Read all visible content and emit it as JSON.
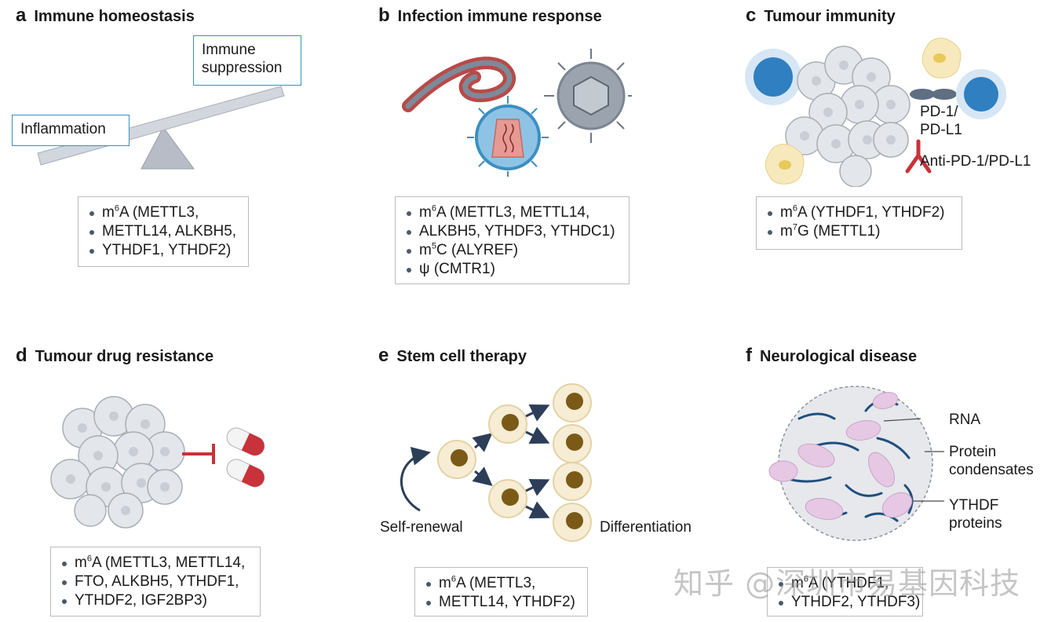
{
  "panels": {
    "a": {
      "letter": "a",
      "title": "Immune homeostasis",
      "label_suppression": "Immune suppression",
      "label_inflammation": "Inflammation",
      "items": [
        [
          "m",
          "6",
          "A (METTL3,"
        ],
        [
          "",
          "",
          "METTL14, ALKBH5,"
        ],
        [
          "",
          "",
          "YTHDF1, YTHDF2)"
        ]
      ]
    },
    "b": {
      "letter": "b",
      "title": "Infection immune response",
      "items": [
        [
          "m",
          "6",
          "A (METTL3, METTL14,"
        ],
        [
          "",
          "",
          "ALKBH5, YTHDF3, YTHDC1)"
        ],
        [
          "m",
          "5",
          "C (ALYREF)"
        ],
        [
          "",
          "",
          "ψ (CMTR1)"
        ]
      ]
    },
    "c": {
      "letter": "c",
      "title": "Tumour immunity",
      "label_pd": "PD-1/\nPD-L1",
      "label_anti": "Anti-PD-1/PD-L1",
      "items": [
        [
          "m",
          "6",
          "A (YTHDF1, YTHDF2)"
        ],
        [
          "m",
          "7",
          "G (METTL1)"
        ]
      ]
    },
    "d": {
      "letter": "d",
      "title": "Tumour drug resistance",
      "items": [
        [
          "m",
          "6",
          "A (METTL3, METTL14,"
        ],
        [
          "",
          "",
          "FTO, ALKBH5, YTHDF1,"
        ],
        [
          "",
          "",
          "YTHDF2, IGF2BP3)"
        ]
      ]
    },
    "e": {
      "letter": "e",
      "title": "Stem cell therapy",
      "label_self": "Self-renewal",
      "label_diff": "Differentiation",
      "items": [
        [
          "m",
          "6",
          "A (METTL3,"
        ],
        [
          "",
          "",
          "METTL14, YTHDF2)"
        ]
      ]
    },
    "f": {
      "letter": "f",
      "title": "Neurological disease",
      "label_rna": "RNA",
      "label_condensates": "Protein\ncondensates",
      "label_ythdf": "YTHDF\nproteins",
      "items": [
        [
          "m",
          "6",
          "A (YTHDF1,"
        ],
        [
          "",
          "",
          "YTHDF2, YTHDF3)"
        ]
      ]
    }
  },
  "watermark": "知乎 @深圳市易基因科技",
  "colors": {
    "accent_blue": "#3c8fc0",
    "box_border": "#b9bcc1",
    "cell_grey": "#d8dbe0",
    "drug_red": "#c8323a",
    "arrow_navy": "#2c3e58",
    "nucleus_brown": "#7a5a16",
    "condensate_pink": "#e6c8e4"
  }
}
